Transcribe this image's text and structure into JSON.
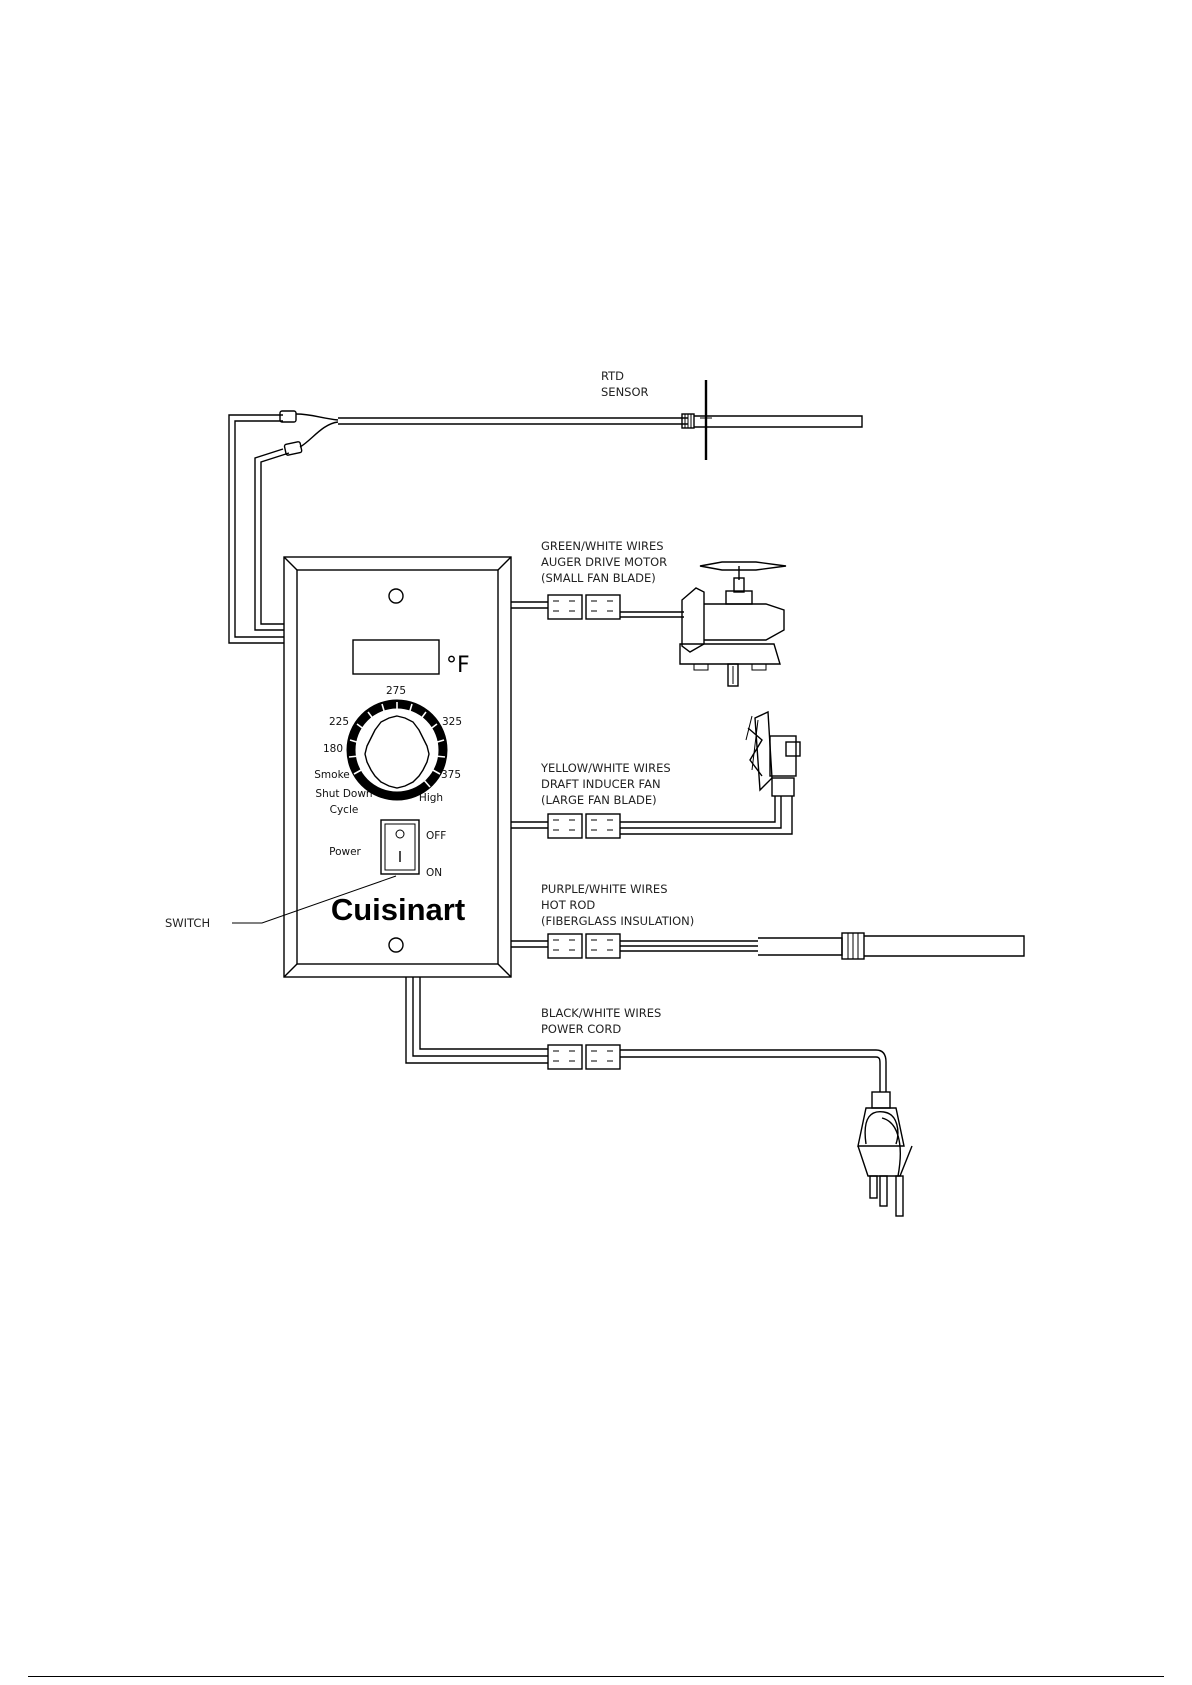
{
  "labels": {
    "rtd": [
      "RTD",
      "SENSOR"
    ],
    "auger": [
      "GREEN/WHITE WIRES",
      "AUGER DRIVE MOTOR",
      "(SMALL FAN BLADE)"
    ],
    "draft": [
      "YELLOW/WHITE WIRES",
      "DRAFT INDUCER FAN",
      "(LARGE FAN BLADE)"
    ],
    "hotrod": [
      "PURPLE/WHITE WIRES",
      "HOT ROD",
      "(FIBERGLASS INSULATION)"
    ],
    "power": [
      "BLACK/WHITE WIRES",
      "POWER CORD"
    ],
    "switch": "SWITCH"
  },
  "panel": {
    "unit": "°F",
    "brand": "Cuisinart",
    "dial": {
      "t275": "275",
      "t225": "225",
      "t325": "325",
      "t180": "180",
      "smoke": "Smoke",
      "t375": "375",
      "shut1": "Shut Down",
      "shut2": "Cycle",
      "high": "High"
    },
    "power_label": "Power",
    "off": "OFF",
    "on": "ON"
  }
}
